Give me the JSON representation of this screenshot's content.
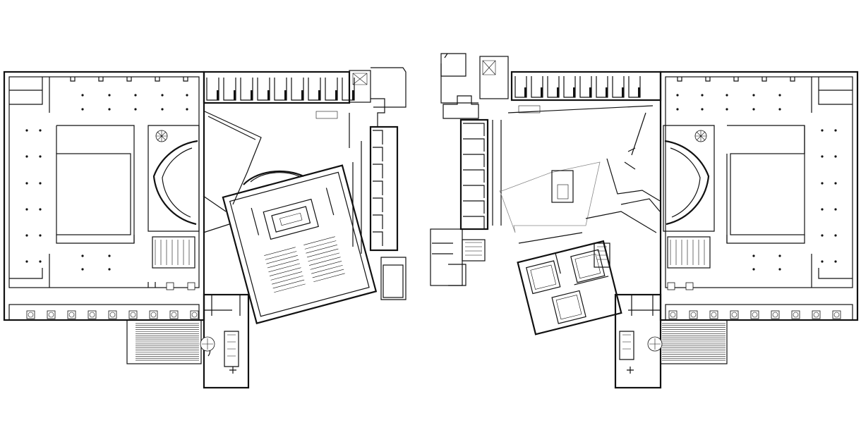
{
  "drawing": {
    "kind": "architectural-floor-plan",
    "sheets": [
      "plan-level-a",
      "plan-level-b"
    ],
    "colors": {
      "line": "#111111",
      "secondary": "#888888",
      "background": "#ffffff"
    }
  }
}
